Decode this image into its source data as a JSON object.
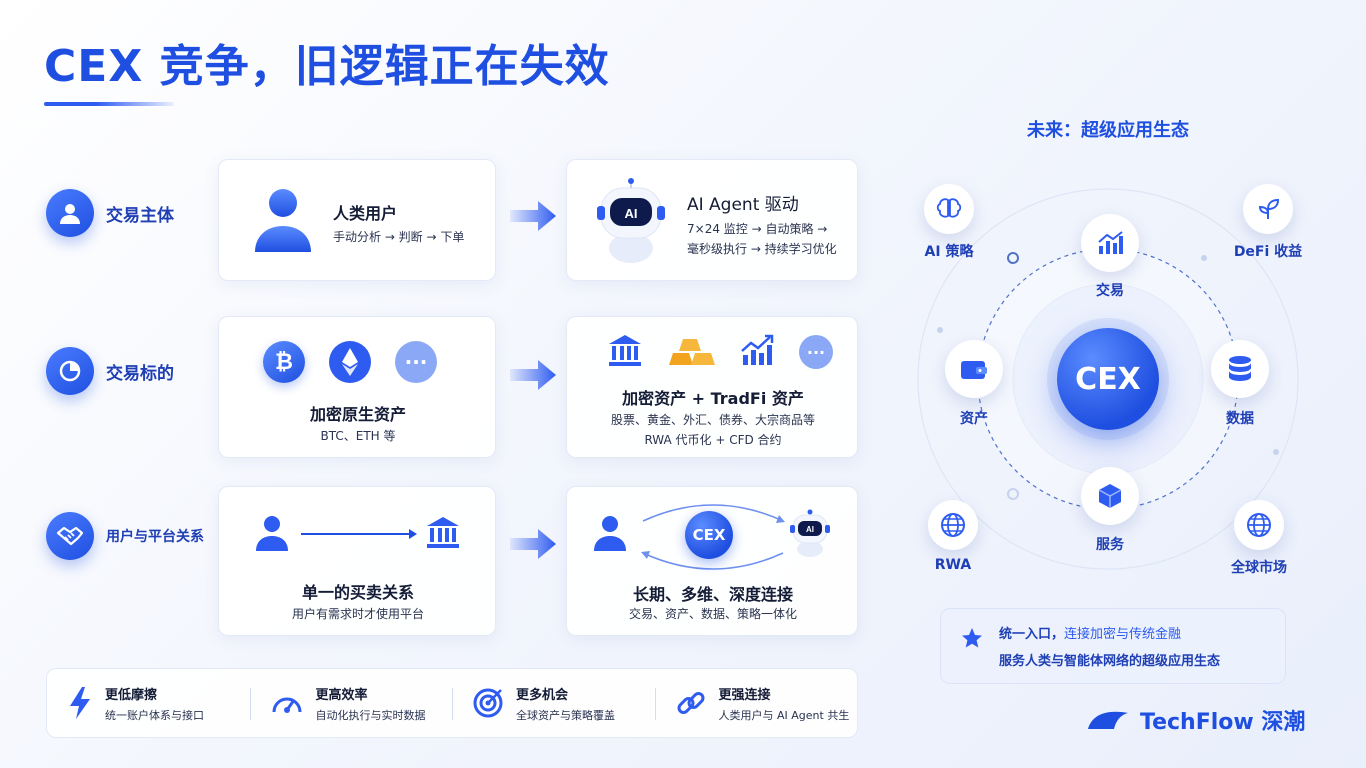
{
  "title": "CEX 竞争，旧逻辑正在失效",
  "rows": [
    {
      "label": "交易主体",
      "icon": "user-icon",
      "left": {
        "title": "人类用户",
        "sub": "手动分析 → 判断 → 下单"
      },
      "right": {
        "title": "AI Agent 驱动",
        "sub1": "7×24 监控 → 自动策略 →",
        "sub2": "毫秒级执行 → 持续学习优化",
        "robot_text": "AI"
      }
    },
    {
      "label": "交易标的",
      "icon": "pie-chart-icon",
      "left": {
        "title": "加密原生资产",
        "sub": "BTC、ETH 等"
      },
      "right": {
        "title": "加密资产 + TradFi 资产",
        "sub1": "股票、黄金、外汇、债券、大宗商品等",
        "sub2": "RWA 代币化 + CFD 合约"
      }
    },
    {
      "label": "用户与平台关系",
      "icon": "handshake-icon",
      "left": {
        "title": "单一的买卖关系",
        "sub": "用户有需求时才使用平台"
      },
      "right": {
        "title": "长期、多维、深度连接",
        "sub": "交易、资产、数据、策略一体化",
        "cex": "CEX",
        "robot_text": "AI"
      }
    }
  ],
  "bottom": [
    {
      "title": "更低摩擦",
      "sub": "统一账户体系与接口",
      "icon": "lightning-icon"
    },
    {
      "title": "更高效率",
      "sub": "自动化执行与实时数据",
      "icon": "speedometer-icon"
    },
    {
      "title": "更多机会",
      "sub": "全球资产与策略覆盖",
      "icon": "target-icon"
    },
    {
      "title": "更强连接",
      "sub": "人类用户与 AI Agent 共生",
      "icon": "link-icon"
    }
  ],
  "ecosystem": {
    "title": "未来：超级应用生态",
    "core": "CEX",
    "inner": {
      "top": "交易",
      "left": "资产",
      "right": "数据",
      "bottom": "服务"
    },
    "outer": {
      "top_left": "AI 策略",
      "top_right": "DeFi 收益",
      "bottom_left": "RWA",
      "bottom_right": "全球市场"
    },
    "unify_line1_a": "统一入口，",
    "unify_line1_b": "连接加密与传统金融",
    "unify_line2": "服务人类与智能体网络的超级应用生态"
  },
  "brand": "TechFlow 深潮",
  "colors": {
    "accent": "#1f4fe0",
    "text": "#141c36"
  }
}
